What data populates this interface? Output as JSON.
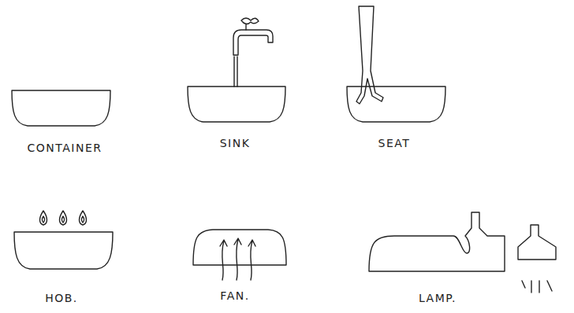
{
  "diagram": {
    "labels": [
      "CONTAINER",
      "SINK",
      "SEAT",
      "HOB.",
      "FAN.",
      "LAMP."
    ]
  }
}
